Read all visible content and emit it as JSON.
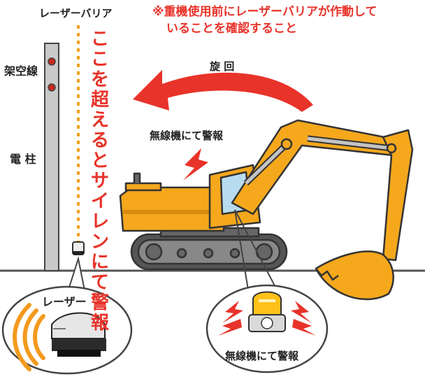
{
  "labels": {
    "laser_barrier": "レーザーバリア",
    "overhead_line": "架空線",
    "pole": "電 柱",
    "rotation": "旋 回",
    "wireless_alarm": "無線機にて警報",
    "laser": "レーザー",
    "wireless_alarm_bubble": "無線機にて警報"
  },
  "warning": {
    "line1": "※重機使用前にレーザーバリアが作動して",
    "line2": "いることを確認すること"
  },
  "vertical_warning": "ここを超えるとサイレンにて警報",
  "colors": {
    "red": "#e8332a",
    "excavator": "#f5a81c",
    "laser_wave": "#f39a1e",
    "beacon": "#ffc21a",
    "ground": "#555555"
  }
}
